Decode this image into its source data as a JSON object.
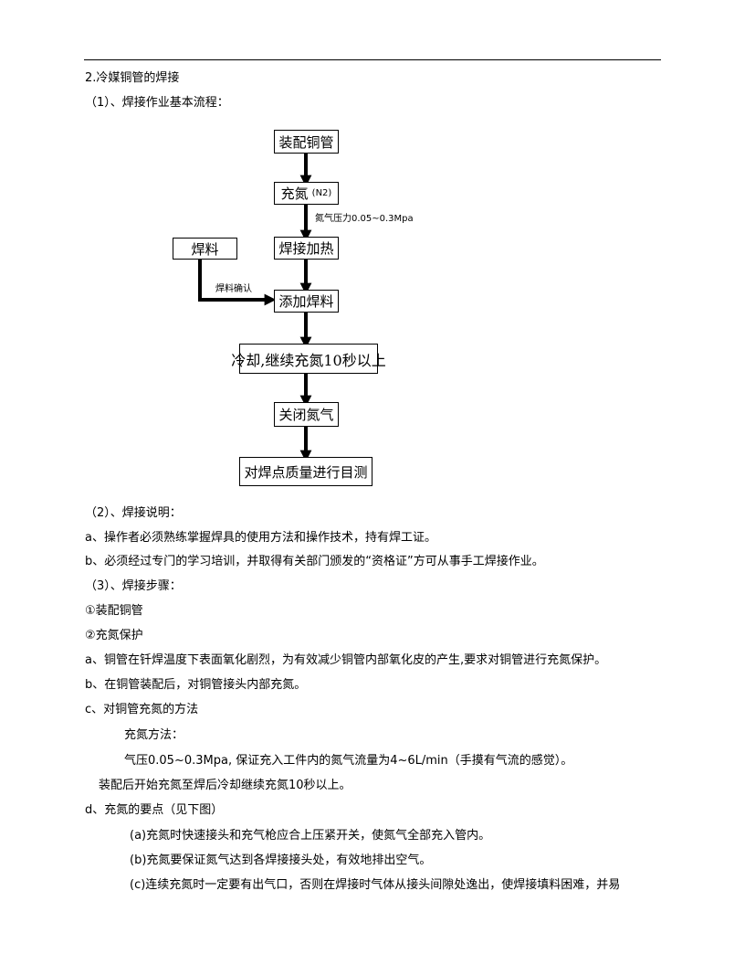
{
  "doc": {
    "section_title": "2.冷媒铜管的焊接",
    "sub1": "（1）、焊接作业基本流程：",
    "flow": {
      "box1": "装配铜管",
      "box2": "充氮",
      "box2_sub": "(N2)",
      "note_pressure": "氮气压力0.05~0.3Mpa",
      "box3": "焊接加热",
      "box_side": "焊料",
      "note_confirm": "焊料确认",
      "box4": "添加焊料",
      "box5": "冷却,继续充氮10秒以上",
      "box6": "关闭氮气",
      "box7": "对焊点质量进行目测"
    },
    "sub2": "（2）、焊接说明：",
    "p_a1": "a、操作者必须熟练掌握焊具的使用方法和操作技术，持有焊工证。",
    "p_b1": "b、必须经过专门的学习培训，并取得有关部门颁发的“资格证”方可从事手工焊接作业。",
    "sub3": "（3）、焊接步骤：",
    "step1": "①装配铜管",
    "step2": "②充氮保护",
    "p_a2": "a、铜管在钎焊温度下表面氧化剧烈，为有效减少铜管内部氧化皮的产生,要求对铜管进行充氮保护。",
    "p_b2": "b、在铜管装配后，对铜管接头内部充氮。",
    "p_c2": "c、对铜管充氮的方法",
    "method_title": "充氮方法：",
    "method_detail": "气压0.05~0.3Mpa, 保证充入工件内的氮气流量为4~6L/min（手摸有气流的感觉）。",
    "method_after": "装配后开始充氮至焊后冷却继续充氮10秒以上。",
    "p_d2": "d、充氮的要点（见下图）",
    "point_a": "(a)充氮时快速接头和充气枪应合上压紧开关，使氮气全部充入管内。",
    "point_b": "(b)充氮要保证氮气达到各焊接接头处，有效地排出空气。",
    "point_c": "(c)连续充氮时一定要有出气口，否则在焊接时气体从接头间隙处逸出，使焊接填料困难，并易"
  }
}
